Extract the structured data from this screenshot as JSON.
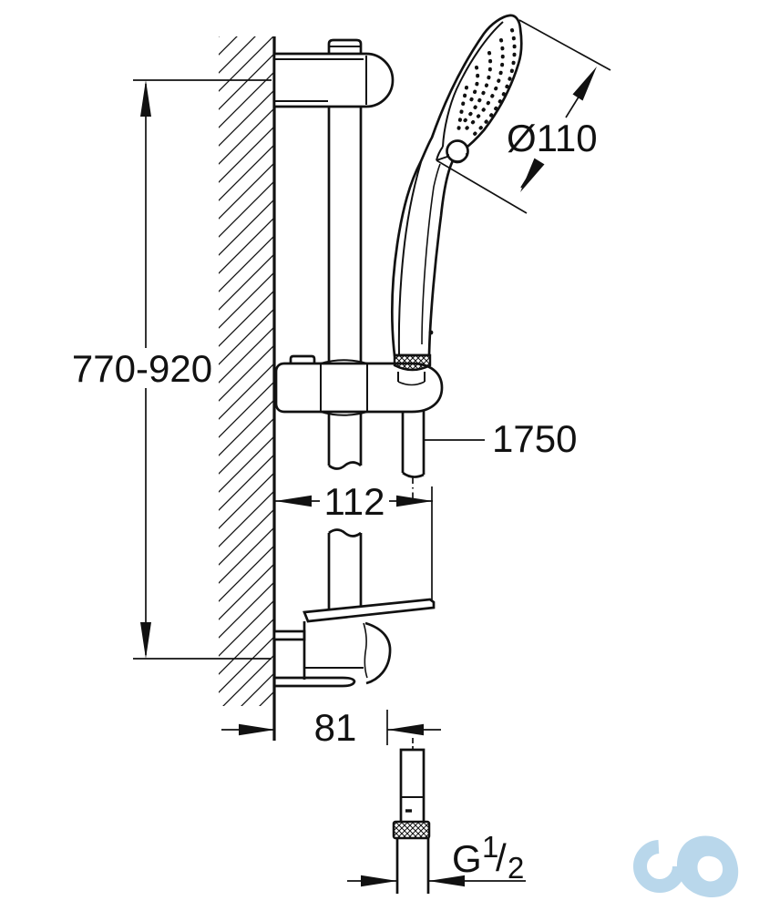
{
  "drawing": {
    "background": "#ffffff",
    "line_color": "#111111",
    "logo_color": "#b9d7eb",
    "labels": {
      "rail_height": "770-920",
      "head_diameter": "Ø110",
      "hose_length": "1750",
      "holder_offset": "112",
      "bracket_offset": "81",
      "thread_g": "G",
      "thread_numerator": "1",
      "thread_slash": "/",
      "thread_denominator": "2"
    },
    "watermark": "co-infinity-logo"
  }
}
